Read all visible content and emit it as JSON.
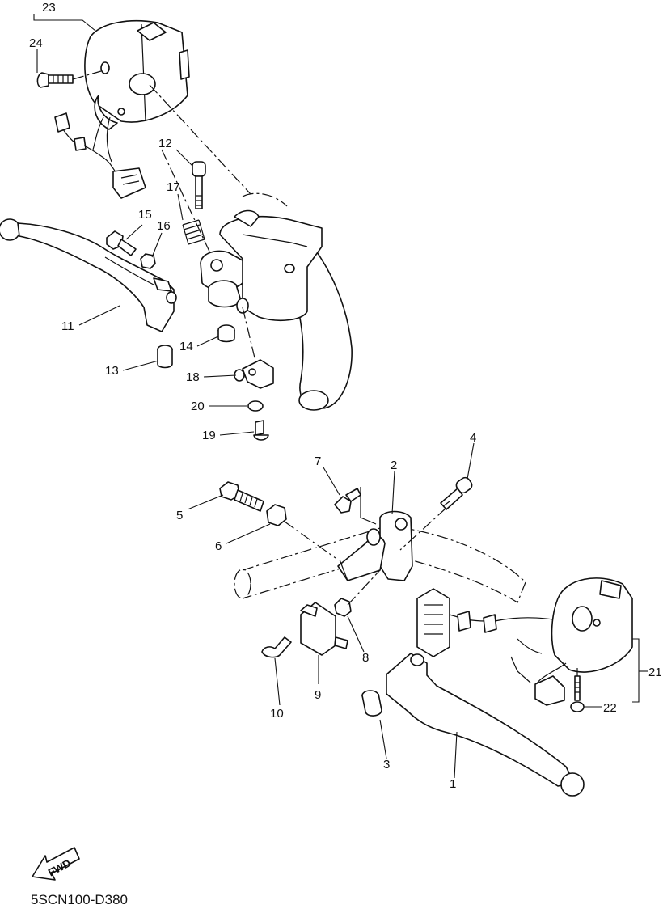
{
  "diagram_code": "5SCN100-D380",
  "fwd_label": "FWD",
  "callouts": {
    "c1": "1",
    "c2": "2",
    "c3": "3",
    "c4": "4",
    "c5": "5",
    "c6": "6",
    "c7": "7",
    "c8": "8",
    "c9": "9",
    "c10": "10",
    "c11": "11",
    "c12": "12",
    "c13": "13",
    "c14": "14",
    "c15": "15",
    "c16": "16",
    "c17": "17",
    "c18": "18",
    "c19": "19",
    "c20": "20",
    "c21": "21",
    "c22": "22",
    "c23": "23",
    "c24": "24"
  }
}
